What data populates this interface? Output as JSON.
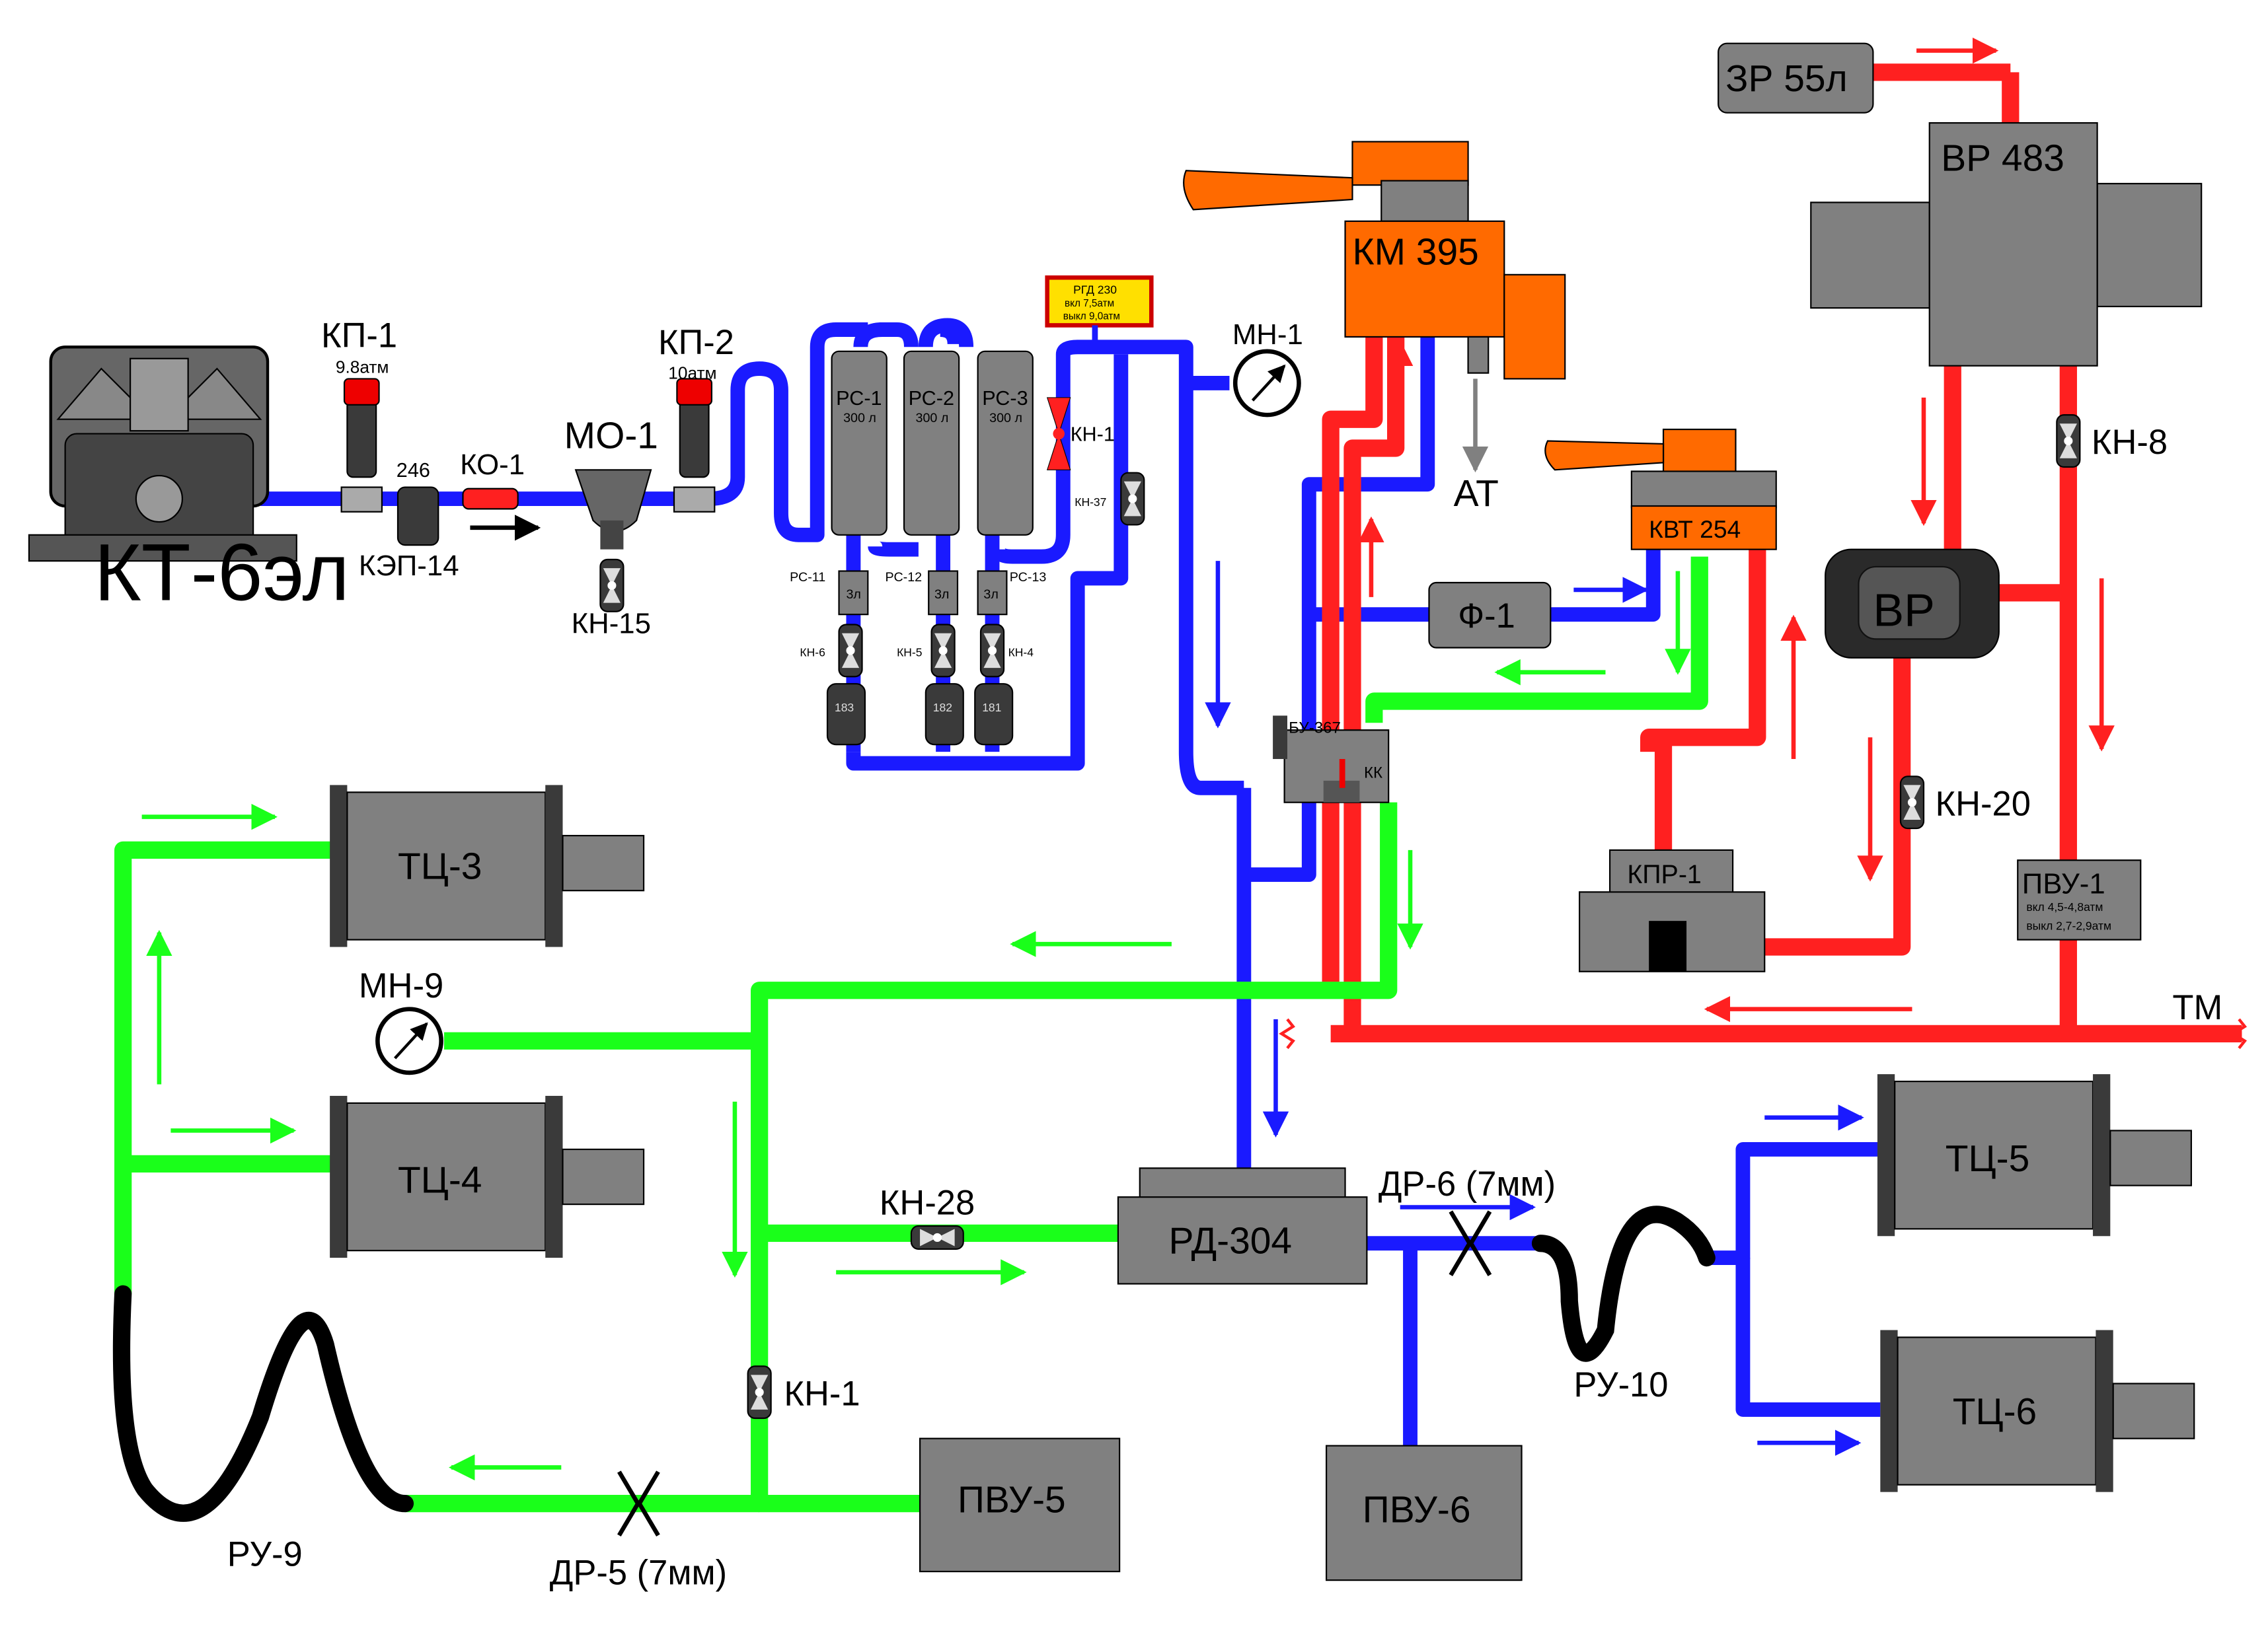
{
  "colors": {
    "supply_blue": "#1a1aff",
    "brake_line_red": "#ff2020",
    "cylinder_green": "#1aff1a",
    "hose_black": "#000000",
    "device_gray": "#808080",
    "handle_orange": "#ff6a00",
    "valve_red": "#ff2020"
  },
  "compressor": {
    "label": "КТ-6эл"
  },
  "safety_valves": {
    "kp1": {
      "label": "КП-1",
      "pressure": "9.8атм"
    },
    "kp2": {
      "label": "КП-2",
      "pressure": "10атм"
    }
  },
  "kep14": {
    "label": "КЭП-14",
    "code": "246"
  },
  "ko1": {
    "label": "КО-1"
  },
  "mo1": {
    "label": "МО-1"
  },
  "kn15": {
    "label": "КН-15"
  },
  "reservoirs": [
    {
      "label": "РС-1",
      "volume": "300 л",
      "sub": "РС-11",
      "drain": "3л",
      "cock": "КН-6",
      "plug": "183"
    },
    {
      "label": "РС-2",
      "volume": "300 л",
      "sub": "РС-12",
      "drain": "3л",
      "cock": "КН-5",
      "plug": "182"
    },
    {
      "label": "РС-3",
      "volume": "300 л",
      "sub": "РС-13",
      "drain": "3л",
      "cock": "КН-4",
      "plug": "181"
    }
  ],
  "rgd230": {
    "title": "РГД 230",
    "on": "вкл 7,5атм",
    "off": "выкл 9,0атм"
  },
  "kn1_top": {
    "label": "КН-1"
  },
  "kn37": {
    "label": "КН-37"
  },
  "mn1": {
    "label": "МН-1"
  },
  "km395": {
    "label": "КМ 395"
  },
  "at": {
    "label": "АТ"
  },
  "kvt254": {
    "label": "КВТ 254"
  },
  "f1": {
    "label": "Ф-1"
  },
  "bu367": {
    "label": "БУ-367",
    "kk": "КК"
  },
  "zr": {
    "label": "ЗР 55л"
  },
  "vr483": {
    "label": "ВР 483"
  },
  "vr": {
    "label": "ВР"
  },
  "kn8": {
    "label": "КН-8"
  },
  "kn20": {
    "label": "КН-20"
  },
  "kpr1": {
    "label": "КПР-1"
  },
  "pvu1": {
    "label": "ПВУ-1",
    "on": "вкл 4,5-4,8атм",
    "off": "выкл 2,7-2,9атм"
  },
  "tm": {
    "label": "ТМ"
  },
  "brake_cylinders": {
    "tc3": "ТЦ-3",
    "tc4": "ТЦ-4",
    "tc5": "ТЦ-5",
    "tc6": "ТЦ-6"
  },
  "mn9": {
    "label": "МН-9"
  },
  "kn28": {
    "label": "КН-28"
  },
  "rd304": {
    "label": "РД-304"
  },
  "dr6": {
    "label": "ДР-6 (7мм)"
  },
  "dr5": {
    "label": "ДР-5 (7мм)"
  },
  "ru10": {
    "label": "РУ-10"
  },
  "ru9": {
    "label": "РУ-9"
  },
  "kn1_bottom": {
    "label": "КН-1"
  },
  "pvu5": {
    "label": "ПВУ-5"
  },
  "pvu6": {
    "label": "ПВУ-6"
  }
}
